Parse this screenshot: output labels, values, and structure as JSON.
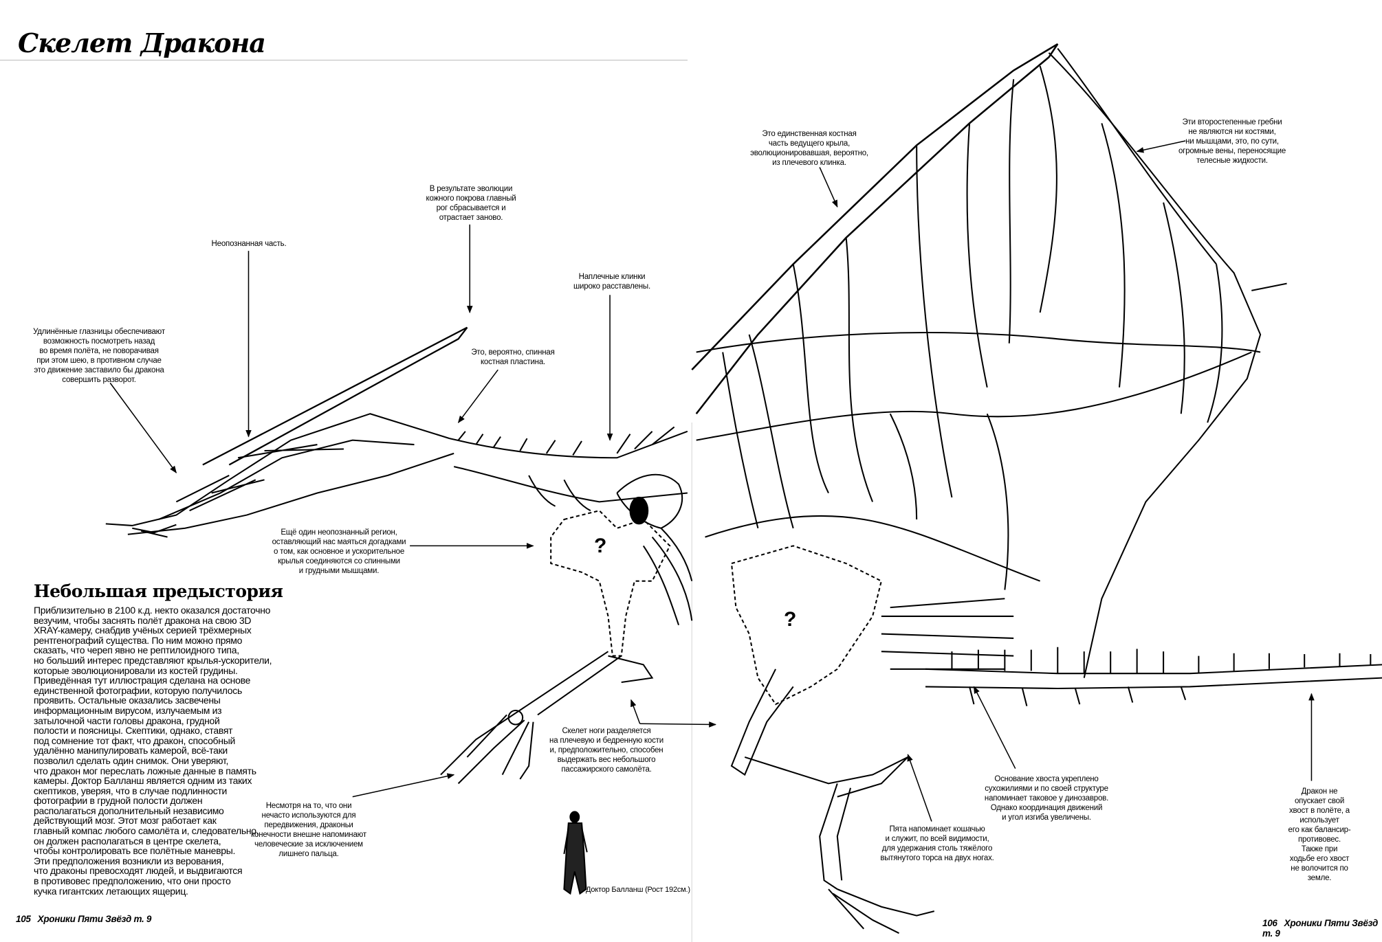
{
  "page_title": "Скелет Дракона",
  "section_heading": "Небольшая предыстория",
  "section_body": "Приблизительно в 2100 к.д. некто оказался достаточно\nвезучим, чтобы заснять полёт дракона на свою 3D\nXRAY-камеру, снабдив учёных серией трёхмерных\nрентгенографий существа. По ним можно прямо\nсказать, что череп явно не рептилоидного типа,\nно больший интерес представляют крылья-ускорители,\nкоторые эволюционировали из костей грудины.\nПриведённая тут иллюстрация сделана на основе\nединственной фотографии, которую получилось\nпроявить. Остальные оказались засвечены\nинформационным вирусом, излучаемым из\nзатылочной части головы дракона, грудной\nполости и поясницы. Скептики, однако, ставят\nпод сомнение тот факт, что дракон, способный\nудалённо манипулировать камерой, всё-таки\nпозволил сделать один снимок. Они уверяют,\nчто дракон мог переслать ложные данные в память\nкамеры. Доктор Балланш является одним из таких\nскептиков, уверяя, что в случае подлинности\nфотографии в грудной полости должен\nрасполагаться дополнительный независимо\nдействующий мозг. Этот мозг работает как\nглавный компас любого самолёта и, следовательно,\nон должен располагаться в центре скелета,\nчтобы контролировать все полётные маневры.\nЭти предположения возникли из верования,\nчто драконы превосходят людей, и выдвигаются\nв противовес предположению, что они просто\nкучка гигантских летающих ящериц.",
  "annotations": {
    "eye_sockets": "Удлинённые глазницы обеспечивают\nвозможность посмотреть назад\nво время полёта, не поворачивая\nпри этом шею, в противном случае\nэто движение заставило бы дракона\nсовершить разворот.",
    "unknown_part": "Неопознанная часть.",
    "horn": "В результате эволюции\nкожного покрова главный\nрог сбрасывается и\nотрастает заново.",
    "shoulder_blades": "Наплечные клинки\nшироко расставлены.",
    "dorsal_plate": "Это, вероятно, спинная\nкостная пластина.",
    "unknown_region": "Ещё один неопознанный регион,\nоставляющий нас маяться догадками\nо том, как основное и ускорительное\nкрылья соединяются со спинными\nи грудными мышцами.",
    "leg_skeleton": "Скелет ноги разделяется\nна плечевую и бедренную кости\nи, предположительно, способен\nвыдержать вес небольшого\nпассажирского самолёта.",
    "forelimbs": "Несмотря на то, что они\nнечасто используются для\nпередвижения, драконьи\nконечности внешне напоминают\nчеловеческие за исключением\nлишнего пальца.",
    "wing_bone": "Это единственная костная\nчасть ведущего крыла,\nэволюционировавшая, вероятно,\nиз плечевого клинка.",
    "secondary_ridges": "Эти второстепенные гребни\nне являются ни костями,\nни мышцами, это, по сути,\nогромные вены, переносящие\nтелесные жидкости.",
    "tail_base": "Основание хвоста укреплено\nсухожилиями и по своей структуре\nнапоминает таковое у динозавров.\nОднако координация движений\nи угол изгиба увеличены.",
    "heel": "Пята напоминает кошачью\nи служит, по всей видимости,\nдля удержания столь тяжёлого\nвытянутого торса на двух ногах.",
    "tail": "Дракон не опускает свой\nхвост в полёте, а использует\nего как балансир- противовес.\nТакже при ходьбе его хвост\nне волочится по земле."
  },
  "question_mark": "?",
  "scale_caption": "Доктор Балланш (Рост 192см.)",
  "footer_left": {
    "page": "105",
    "title": "Хроники Пяти Звёзд т. 9"
  },
  "footer_right": {
    "page": "106",
    "title": "Хроники Пяти Звёзд т. 9"
  }
}
